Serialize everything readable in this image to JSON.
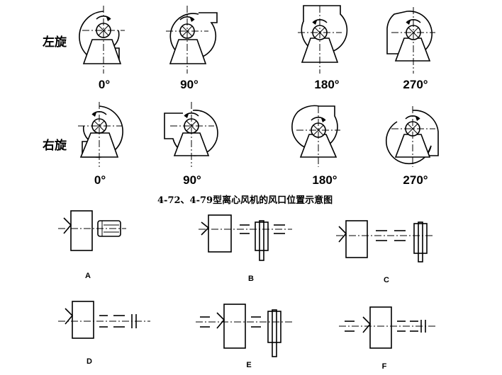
{
  "rotations": [
    {
      "label": "左旋",
      "angles": [
        "0°",
        "90°",
        "180°",
        "270°"
      ]
    },
    {
      "label": "右旋",
      "angles": [
        "0°",
        "90°",
        "180°",
        "270°"
      ]
    }
  ],
  "caption": "4-72、4-79型离心风机的风口位置示意图",
  "drive_arrangements": [
    "A",
    "B",
    "C",
    "D",
    "E",
    "F"
  ]
}
